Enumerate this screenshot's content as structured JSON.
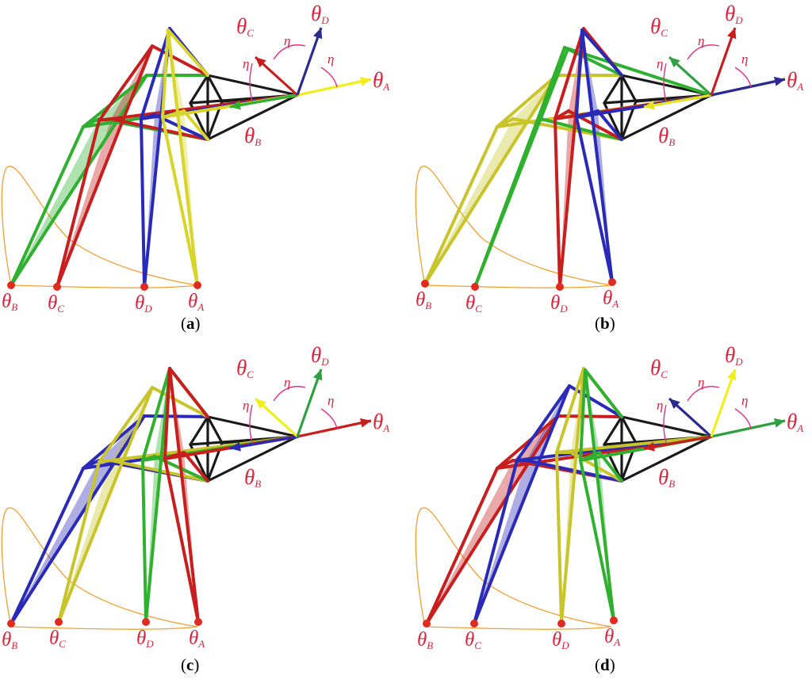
{
  "panels": [
    {
      "id": "a",
      "caption_open": "(",
      "caption_letter": "a",
      "caption_close": ")",
      "colors": {
        "A": "#d8d42a",
        "B": "#2fb02f",
        "C": "#c81e1e",
        "D": "#2a2ab8"
      },
      "arrow_colors": {
        "A": "#f2ee1a",
        "B": "#2fb02f",
        "C": "#c81e1e",
        "D": "#2a2a90"
      }
    },
    {
      "id": "b",
      "caption_open": "(",
      "caption_letter": "b",
      "caption_close": ")",
      "colors": {
        "A": "#2a2ab8",
        "B": "#c8c42a",
        "C": "#2fb02f",
        "D": "#c81e1e"
      },
      "arrow_colors": {
        "A": "#2a2a90",
        "B": "#e8e41a",
        "C": "#2fa040",
        "D": "#c81e1e"
      }
    },
    {
      "id": "c",
      "caption_open": "(",
      "caption_letter": "c",
      "caption_close": ")",
      "colors": {
        "A": "#c81e1e",
        "B": "#2a2ab8",
        "C": "#c8c42a",
        "D": "#2fb02f"
      },
      "arrow_colors": {
        "A": "#c81e1e",
        "B": "#2a2ab8",
        "C": "#f2ee1a",
        "D": "#2fa040"
      }
    },
    {
      "id": "d",
      "caption_open": "(",
      "caption_letter": "d",
      "caption_close": ")",
      "colors": {
        "A": "#2fb02f",
        "B": "#c81e1e",
        "C": "#2a2ab8",
        "D": "#c8c42a"
      },
      "arrow_colors": {
        "A": "#2fa040",
        "B": "#c81e1e",
        "C": "#2a2a90",
        "D": "#f2ee1a"
      }
    }
  ],
  "labels": {
    "theta": "θ",
    "A": "A",
    "B": "B",
    "C": "C",
    "D": "D",
    "eta": "η"
  },
  "body_color": "#1a1a1a",
  "trajectory_color": "#f0a030",
  "foot_color": "#e02b20",
  "label_color": "#d7263d",
  "eta_arc_color": "#e0308a"
}
